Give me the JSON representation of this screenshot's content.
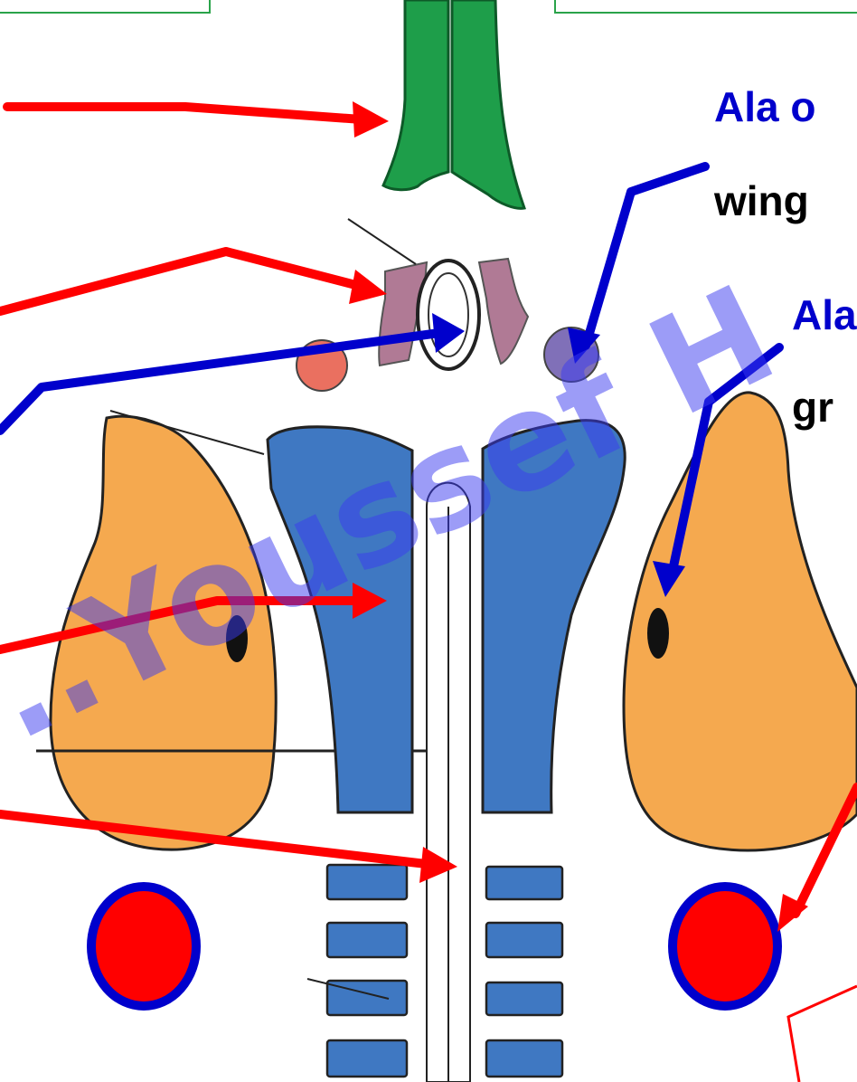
{
  "labels": {
    "ala_o": "Ala o",
    "wing": "wing",
    "ala_right": "Ala",
    "gr": "gr"
  },
  "watermark": "..Youssef H",
  "icons": [
    "red-blue-circle-left-icon",
    "red-blue-circle-right-icon"
  ],
  "colors": {
    "arrow_red": "#ff0000",
    "arrow_blue": "#0000cc",
    "neural_tube_green": "#1e9e4a",
    "notochord_pink": "#b07a95",
    "small_red_circle": "#ea7060",
    "small_purple_circle": "#8070b8",
    "trachea_blue": "#3f78c2",
    "lung_orange": "#f5a94f",
    "box_green_border": "#2aa34a",
    "box_red_border": "#ff0000"
  }
}
